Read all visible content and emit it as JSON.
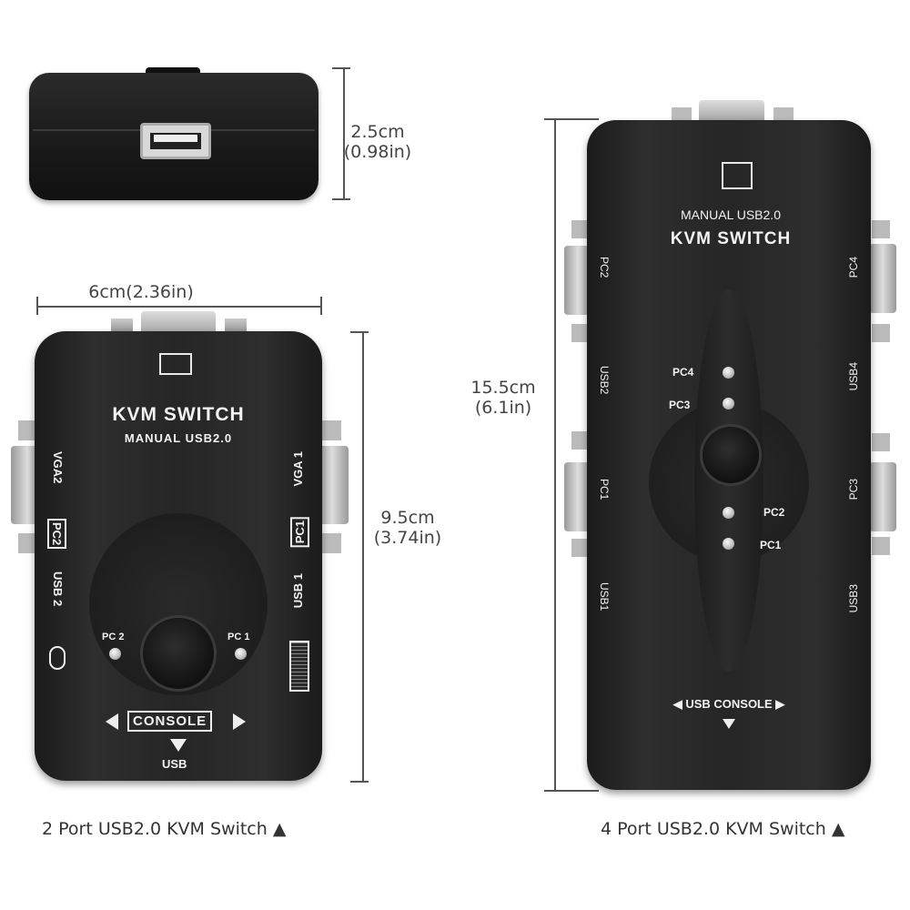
{
  "dimensions": {
    "height_small": {
      "cm": "2.5cm",
      "in": "(0.98in)"
    },
    "width_small": "6cm(2.36in)",
    "length_small": {
      "cm": "9.5cm",
      "in": "(3.74in)"
    },
    "length_large": {
      "cm": "15.5cm",
      "in": "(6.1in)"
    }
  },
  "two_port": {
    "title": "KVM SWITCH",
    "subtitle": "MANUAL USB2.0",
    "left_labels": [
      "VGA2",
      "PC2",
      "USB 2"
    ],
    "right_labels": [
      "VGA 1",
      "PC1",
      "USB 1"
    ],
    "led_labels": [
      "PC 2",
      "PC 1"
    ],
    "console_label": "CONSOLE",
    "usb_label": "USB",
    "caption": "2 Port USB2.0 KVM Switch ▲"
  },
  "four_port": {
    "subtitle": "MANUAL USB2.0",
    "title": "KVM SWITCH",
    "left_labels": [
      "PC2",
      "USB2",
      "PC1",
      "USB1"
    ],
    "right_labels": [
      "PC4",
      "USB4",
      "PC3",
      "USB3"
    ],
    "led_labels": [
      "PC4",
      "PC3",
      "PC2",
      "PC1"
    ],
    "console_label": "◀ USB CONSOLE ▶",
    "caption": "4 Port USB2.0 KVM Switch ▲"
  },
  "colors": {
    "body": "#222222",
    "text": "#f2f2f2",
    "dim_line": "#555555"
  }
}
